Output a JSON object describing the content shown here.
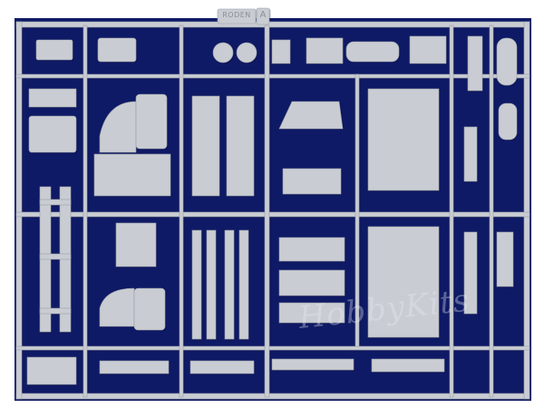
{
  "image": {
    "kind": "plastic model kit sprue photo",
    "background_color": "#0f1a66",
    "plastic_color": "#c9ccd2",
    "shadow_color": "#9aa0ab"
  },
  "texts": {
    "brand_tag": "RODEN",
    "sprue_letter": "A",
    "watermark": "HobbyKits"
  }
}
